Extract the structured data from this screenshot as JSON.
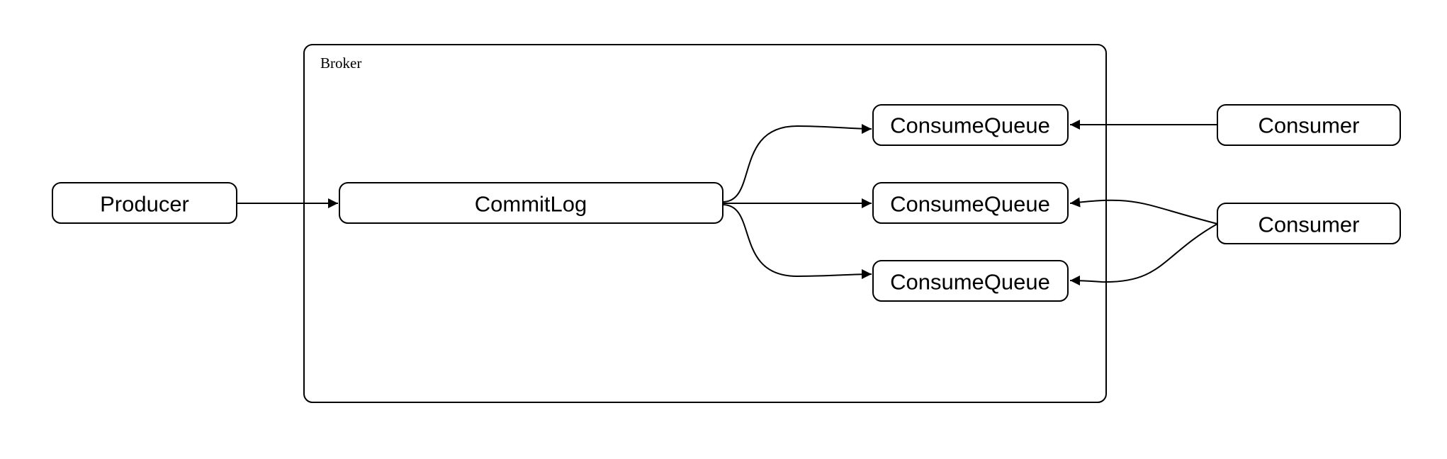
{
  "cluster": {
    "label": "Broker"
  },
  "nodes": {
    "producer": "Producer",
    "commitlog": "CommitLog",
    "queue_1": "ConsumeQueue",
    "queue_2": "ConsumeQueue",
    "queue_3": "ConsumeQueue",
    "consumer_1": "Consumer",
    "consumer_2": "Consumer"
  },
  "edges": [
    {
      "from": "Producer",
      "to": "CommitLog"
    },
    {
      "from": "CommitLog",
      "to": "ConsumeQueue (1)"
    },
    {
      "from": "CommitLog",
      "to": "ConsumeQueue (2)"
    },
    {
      "from": "CommitLog",
      "to": "ConsumeQueue (3)"
    },
    {
      "from": "Consumer (1)",
      "to": "ConsumeQueue (1)"
    },
    {
      "from": "Consumer (2)",
      "to": "ConsumeQueue (2)"
    },
    {
      "from": "Consumer (2)",
      "to": "ConsumeQueue (3)"
    }
  ],
  "colors": {
    "stroke": "#000000",
    "fill": "#ffffff",
    "background": "#ffffff"
  }
}
